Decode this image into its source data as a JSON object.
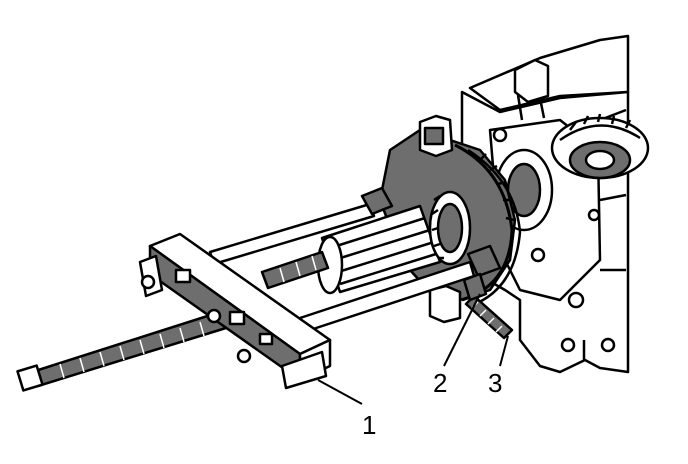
{
  "callouts": [
    {
      "id": "1",
      "label": "1"
    },
    {
      "id": "2",
      "label": "2"
    },
    {
      "id": "3",
      "label": "3"
    }
  ],
  "colors": {
    "line": "#000000",
    "shade": "#6e6e6e",
    "background": "#ffffff"
  }
}
